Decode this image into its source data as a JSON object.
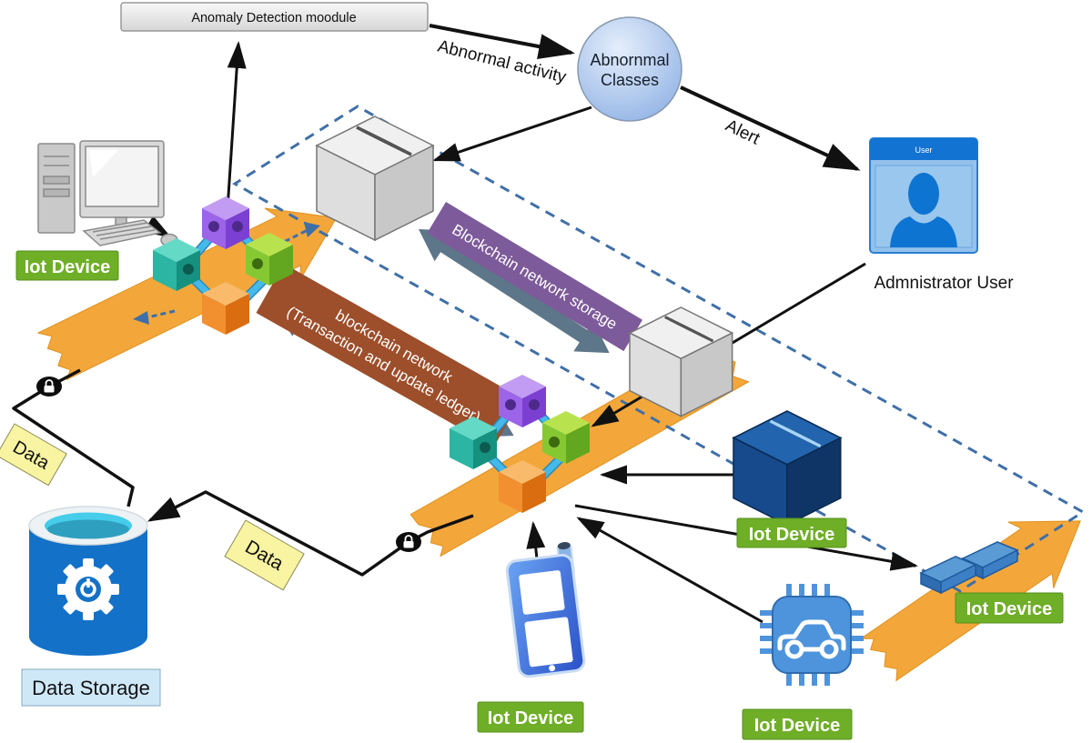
{
  "anomaly_module": {
    "label": "Anomaly Detection moodule"
  },
  "edges": {
    "abnormal_activity": "Abnormal activity",
    "alert": "Alert"
  },
  "abnormal_classes": {
    "line1": "Abnornmal",
    "line2": "Classes"
  },
  "admin_user": {
    "window_title": "User",
    "caption": "Admnistrator User"
  },
  "banners": {
    "storage": "Blockchain  network storage",
    "ledger_line1": "blockchain network",
    "ledger_line2": "(Transaction and update ledger)"
  },
  "labels": {
    "iot_computer": "Iot Device",
    "iot_server": "Iot Device",
    "iot_tags": "Iot Device",
    "iot_phone": "Iot Device",
    "iot_car": "Iot Device",
    "data_left": "Data",
    "data_bottom": "Data",
    "data_storage": "Data Storage"
  },
  "colors": {
    "band_orange": "#f3a73b",
    "green_label": "#6fae27",
    "purple_banner": "#7d5a99",
    "brown_banner": "#9d4e2a",
    "dashed_border": "#3f6fa8",
    "slate_arrow": "#5d7689",
    "storage_blue": "#1371c8",
    "node_blue_pipe": "#45b9e9"
  }
}
